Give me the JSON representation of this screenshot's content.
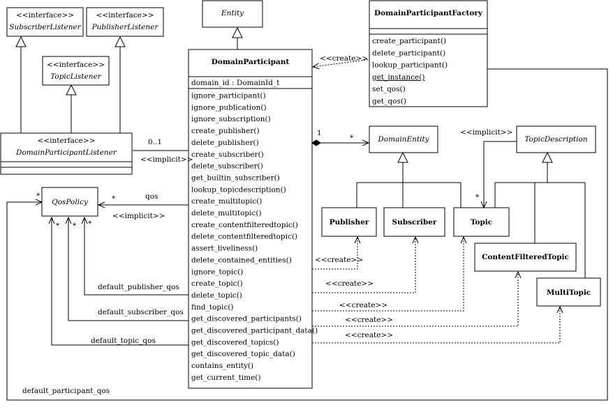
{
  "stereotypes": {
    "interface": "<<interface>>",
    "create": "<<create>>",
    "implicit": "<<implicit>>"
  },
  "classes": {
    "subscriber_listener": "SubscriberListener",
    "publisher_listener": "PublisherListener",
    "topic_listener": "TopicListener",
    "domain_participant_listener": "DomainParticipantListener",
    "entity": "Entity",
    "domain_participant": "DomainParticipant",
    "domain_participant_factory": "DomainParticipantFactory",
    "domain_entity": "DomainEntity",
    "topic_description": "TopicDescription",
    "qos_policy": "QosPolicy",
    "publisher": "Publisher",
    "subscriber": "Subscriber",
    "topic": "Topic",
    "content_filtered_topic": "ContentFilteredTopic",
    "multi_topic": "MultiTopic"
  },
  "domain_participant": {
    "attribute": "domain_id : DomainId_t",
    "operations": [
      "ignore_participant()",
      "ignore_publication()",
      "ignore_subscription()",
      "create_publisher()",
      "delete_publisher()",
      "create_subscriber()",
      "delete_subscriber()",
      "get_builtin_subscriber()",
      "lookup_topicdescription()",
      "create_multitopic()",
      "delete_multitopic()",
      "create_contentfilteredtopic()",
      "delete_contentfilteredtopic()",
      "assert_liveliness()",
      "delete_contained_entities()",
      "ignore_topic()",
      "create_topic()",
      "delete_topic()",
      "find_topic()",
      "get_discovered_participants()",
      "get_discovered_participant_data()",
      "get_discovered_topics()",
      "get_discovered_topic_data()",
      "contains_entity()",
      "get_current_time()"
    ]
  },
  "domain_participant_factory": {
    "operations": [
      "create_participant()",
      "delete_participant()",
      "lookup_participant()",
      "get_instance()",
      "set_qos()",
      "get_qos()"
    ]
  },
  "labels": {
    "mult_0_1": "0..1",
    "mult_1": "1",
    "star": "*",
    "qos": "qos",
    "default_publisher_qos": "default_publisher_qos",
    "default_subscriber_qos": "default_subscriber_qos",
    "default_topic_qos": "default_topic_qos",
    "default_participant_qos": "default_participant_qos"
  }
}
